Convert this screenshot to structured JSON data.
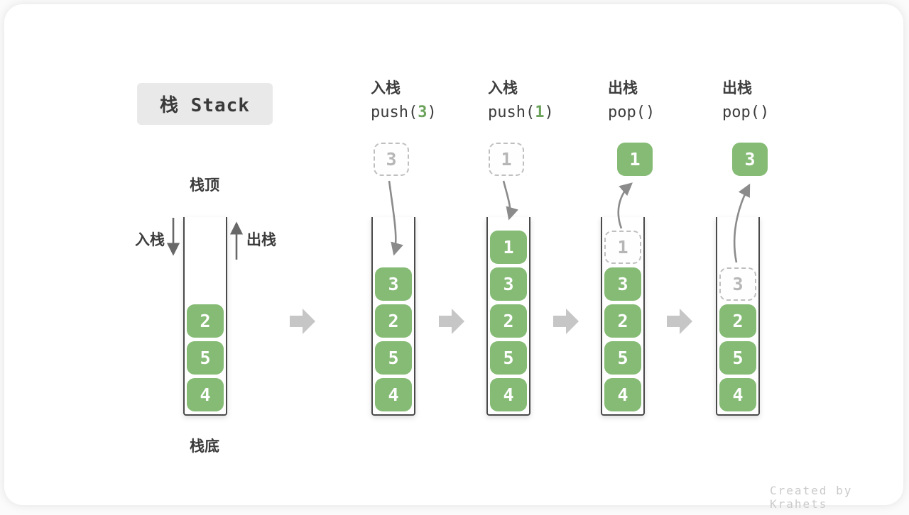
{
  "title": {
    "text": "栈 Stack"
  },
  "legend": {
    "stack_top": "栈顶",
    "stack_bottom": "栈底",
    "push_direction": "入栈",
    "pop_direction": "出栈"
  },
  "watermark": "Created by Krahets",
  "colors": {
    "item_green": "#85BB75",
    "code_arg_green": "#6BA35B",
    "container_border": "#4a4a4a",
    "ghost_gray": "#bfbfbf",
    "curved_arrow_gray": "#8b8b8b",
    "straight_arrow_gray": "#686868",
    "step_arrow_gray": "#c6c6c6",
    "title_bg": "#e9e9e9",
    "watermark_gray": "#cacaca"
  },
  "columns": [
    {
      "id": "state-initial",
      "items": [
        {
          "value": "2"
        },
        {
          "value": "5"
        },
        {
          "value": "4"
        }
      ]
    },
    {
      "id": "op-push-3",
      "label_cn": "入栈",
      "code_pre": "push(",
      "code_arg": "3",
      "code_post": ")",
      "float": {
        "value": "3",
        "kind": "ghost"
      },
      "items": [
        {
          "value": "3"
        },
        {
          "value": "2"
        },
        {
          "value": "5"
        },
        {
          "value": "4"
        }
      ]
    },
    {
      "id": "op-push-1",
      "label_cn": "入栈",
      "code_pre": "push(",
      "code_arg": "1",
      "code_post": ")",
      "float": {
        "value": "1",
        "kind": "ghost"
      },
      "items": [
        {
          "value": "1"
        },
        {
          "value": "3"
        },
        {
          "value": "2"
        },
        {
          "value": "5"
        },
        {
          "value": "4"
        }
      ]
    },
    {
      "id": "op-pop-1",
      "label_cn": "出栈",
      "code_pre": "pop()",
      "code_arg": "",
      "code_post": "",
      "float": {
        "value": "1",
        "kind": "solid"
      },
      "items": [
        {
          "value": "1",
          "ghost": true
        },
        {
          "value": "3"
        },
        {
          "value": "2"
        },
        {
          "value": "5"
        },
        {
          "value": "4"
        }
      ]
    },
    {
      "id": "op-pop-3",
      "label_cn": "出栈",
      "code_pre": "pop()",
      "code_arg": "",
      "code_post": "",
      "float": {
        "value": "3",
        "kind": "solid"
      },
      "items": [
        {
          "value": "3",
          "ghost": true
        },
        {
          "value": "2"
        },
        {
          "value": "5"
        },
        {
          "value": "4"
        }
      ]
    }
  ]
}
